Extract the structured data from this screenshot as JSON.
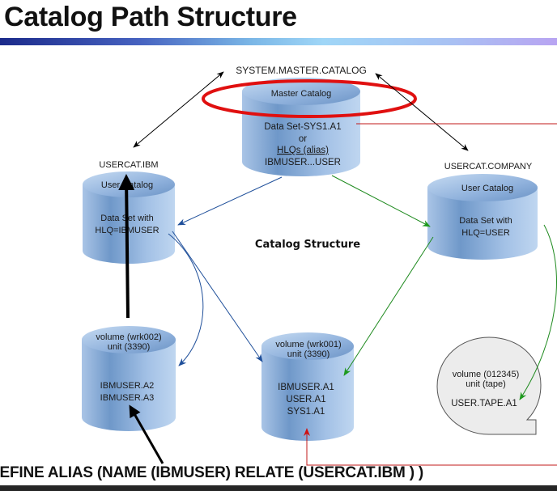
{
  "slide": {
    "title": "Catalog Path Structure",
    "diagram_caption": "Catalog Structure",
    "footer_command": "DEFINE ALIAS (NAME (IBMUSER) RELATE (USERCAT.IBM ) )"
  },
  "colors": {
    "highlight_ellipse": "#e01010",
    "blue_arrows": "#1f4f9a",
    "green_arrows": "#1e8a1e",
    "red_connector": "#c01818",
    "black_arrows": "#000000",
    "cylinder_light": "#b7d0ec",
    "cylinder_dark": "#6d96c7",
    "tape_fill": "#ececec"
  },
  "nodes": {
    "master": {
      "name_label": "SYSTEM.MASTER.CATALOG",
      "header": "Master Catalog",
      "lines": [
        "Data Set-SYS1.A1",
        "or",
        "HLQs  (alias)",
        "IBMUSER...USER"
      ]
    },
    "usercat_ibm": {
      "name_label": "USERCAT.IBM",
      "header": "User Catalog",
      "lines": [
        "Data Set with",
        "HLQ=IBMUSER"
      ]
    },
    "usercat_company": {
      "name_label": "USERCAT.COMPANY",
      "header": "User Catalog",
      "lines": [
        "Data Set with",
        "HLQ=USER"
      ]
    },
    "volume_wrk002": {
      "header": [
        "volume (wrk002)",
        "unit (3390)"
      ],
      "lines": [
        "IBMUSER.A2",
        "IBMUSER.A3"
      ]
    },
    "volume_wrk001": {
      "header": [
        "volume (wrk001)",
        "unit (3390)"
      ],
      "lines": [
        "IBMUSER.A1",
        "USER.A1",
        "SYS1.A1"
      ]
    },
    "tape_volume": {
      "header": [
        "volume (012345)",
        "unit (tape)"
      ],
      "lines": [
        "USER.TAPE.A1"
      ]
    }
  }
}
